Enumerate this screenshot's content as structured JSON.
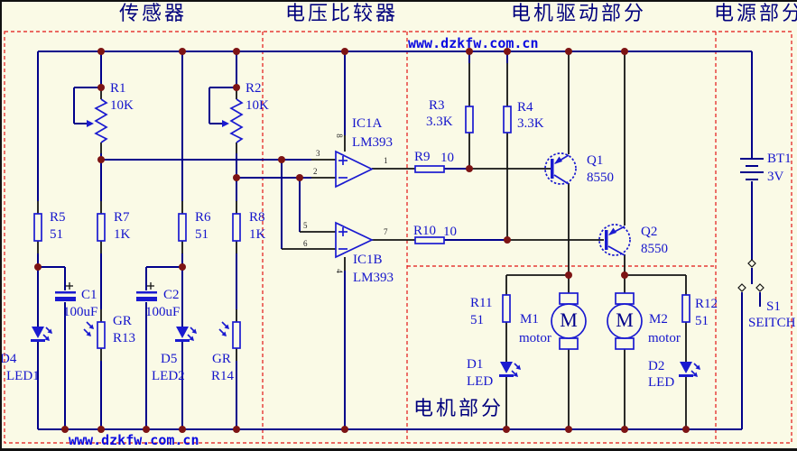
{
  "titles": {
    "sensor": "传感器",
    "comparator": "电压比较器",
    "motor_drive": "电机驱动部分",
    "power": "电源部分"
  },
  "labels": {
    "motor_section": "电机部分"
  },
  "watermark": {
    "top": "www.dzkfw.com.cn",
    "bottom": "www.dzkfw.com.cn"
  },
  "components": {
    "r1": {
      "ref": "R1",
      "value": "10K"
    },
    "r2": {
      "ref": "R2",
      "value": "10K"
    },
    "r3": {
      "ref": "R3",
      "value": "3.3K"
    },
    "r4": {
      "ref": "R4",
      "value": "3.3K"
    },
    "r5": {
      "ref": "R5",
      "value": "51"
    },
    "r6": {
      "ref": "R6",
      "value": "51"
    },
    "r7": {
      "ref": "R7",
      "value": "1K"
    },
    "r8": {
      "ref": "R8",
      "value": "1K"
    },
    "r9": {
      "ref": "R9",
      "value": "10"
    },
    "r10": {
      "ref": "R10",
      "value": "10"
    },
    "r11": {
      "ref": "R11",
      "value": "51"
    },
    "r12": {
      "ref": "R12",
      "value": "51"
    },
    "r13": {
      "ref": "GR",
      "value": "R13"
    },
    "r14": {
      "ref": "GR",
      "value": "R14"
    },
    "c1": {
      "ref": "C1",
      "value": "100uF"
    },
    "c2": {
      "ref": "C2",
      "value": "100uF"
    },
    "d1": {
      "ref": "D1",
      "value": "LED"
    },
    "d2": {
      "ref": "D2",
      "value": "LED"
    },
    "d4": {
      "ref": "D4",
      "value": "LED1"
    },
    "d5": {
      "ref": "D5",
      "value": "LED2"
    },
    "q1": {
      "ref": "Q1",
      "value": "8550"
    },
    "q2": {
      "ref": "Q2",
      "value": "8550"
    },
    "m1": {
      "ref": "M1",
      "value": "motor",
      "symbol": "M"
    },
    "m2": {
      "ref": "M2",
      "value": "motor",
      "symbol": "M"
    },
    "bt1": {
      "ref": "BT1",
      "value": "3V"
    },
    "s1": {
      "ref": "S1",
      "value": "SEITCH"
    },
    "ic1a": {
      "ref": "IC1A",
      "part": "LM393"
    },
    "ic1b": {
      "ref": "IC1B",
      "part": "LM393"
    }
  },
  "pins": {
    "ic1a": {
      "in_plus": "3",
      "in_minus": "2",
      "out": "1",
      "vcc": "8"
    },
    "ic1b": {
      "in_plus": "5",
      "in_minus": "6",
      "out": "7",
      "gnd": "4"
    }
  },
  "colors": {
    "background": "#fafae6",
    "wire": "#00008b",
    "symbol": "#1a1ad0",
    "label": "#1414cc",
    "title": "#00007d",
    "junction": "#7d1414",
    "section_border": "#e21414",
    "watermark": "#0a0ae0"
  }
}
